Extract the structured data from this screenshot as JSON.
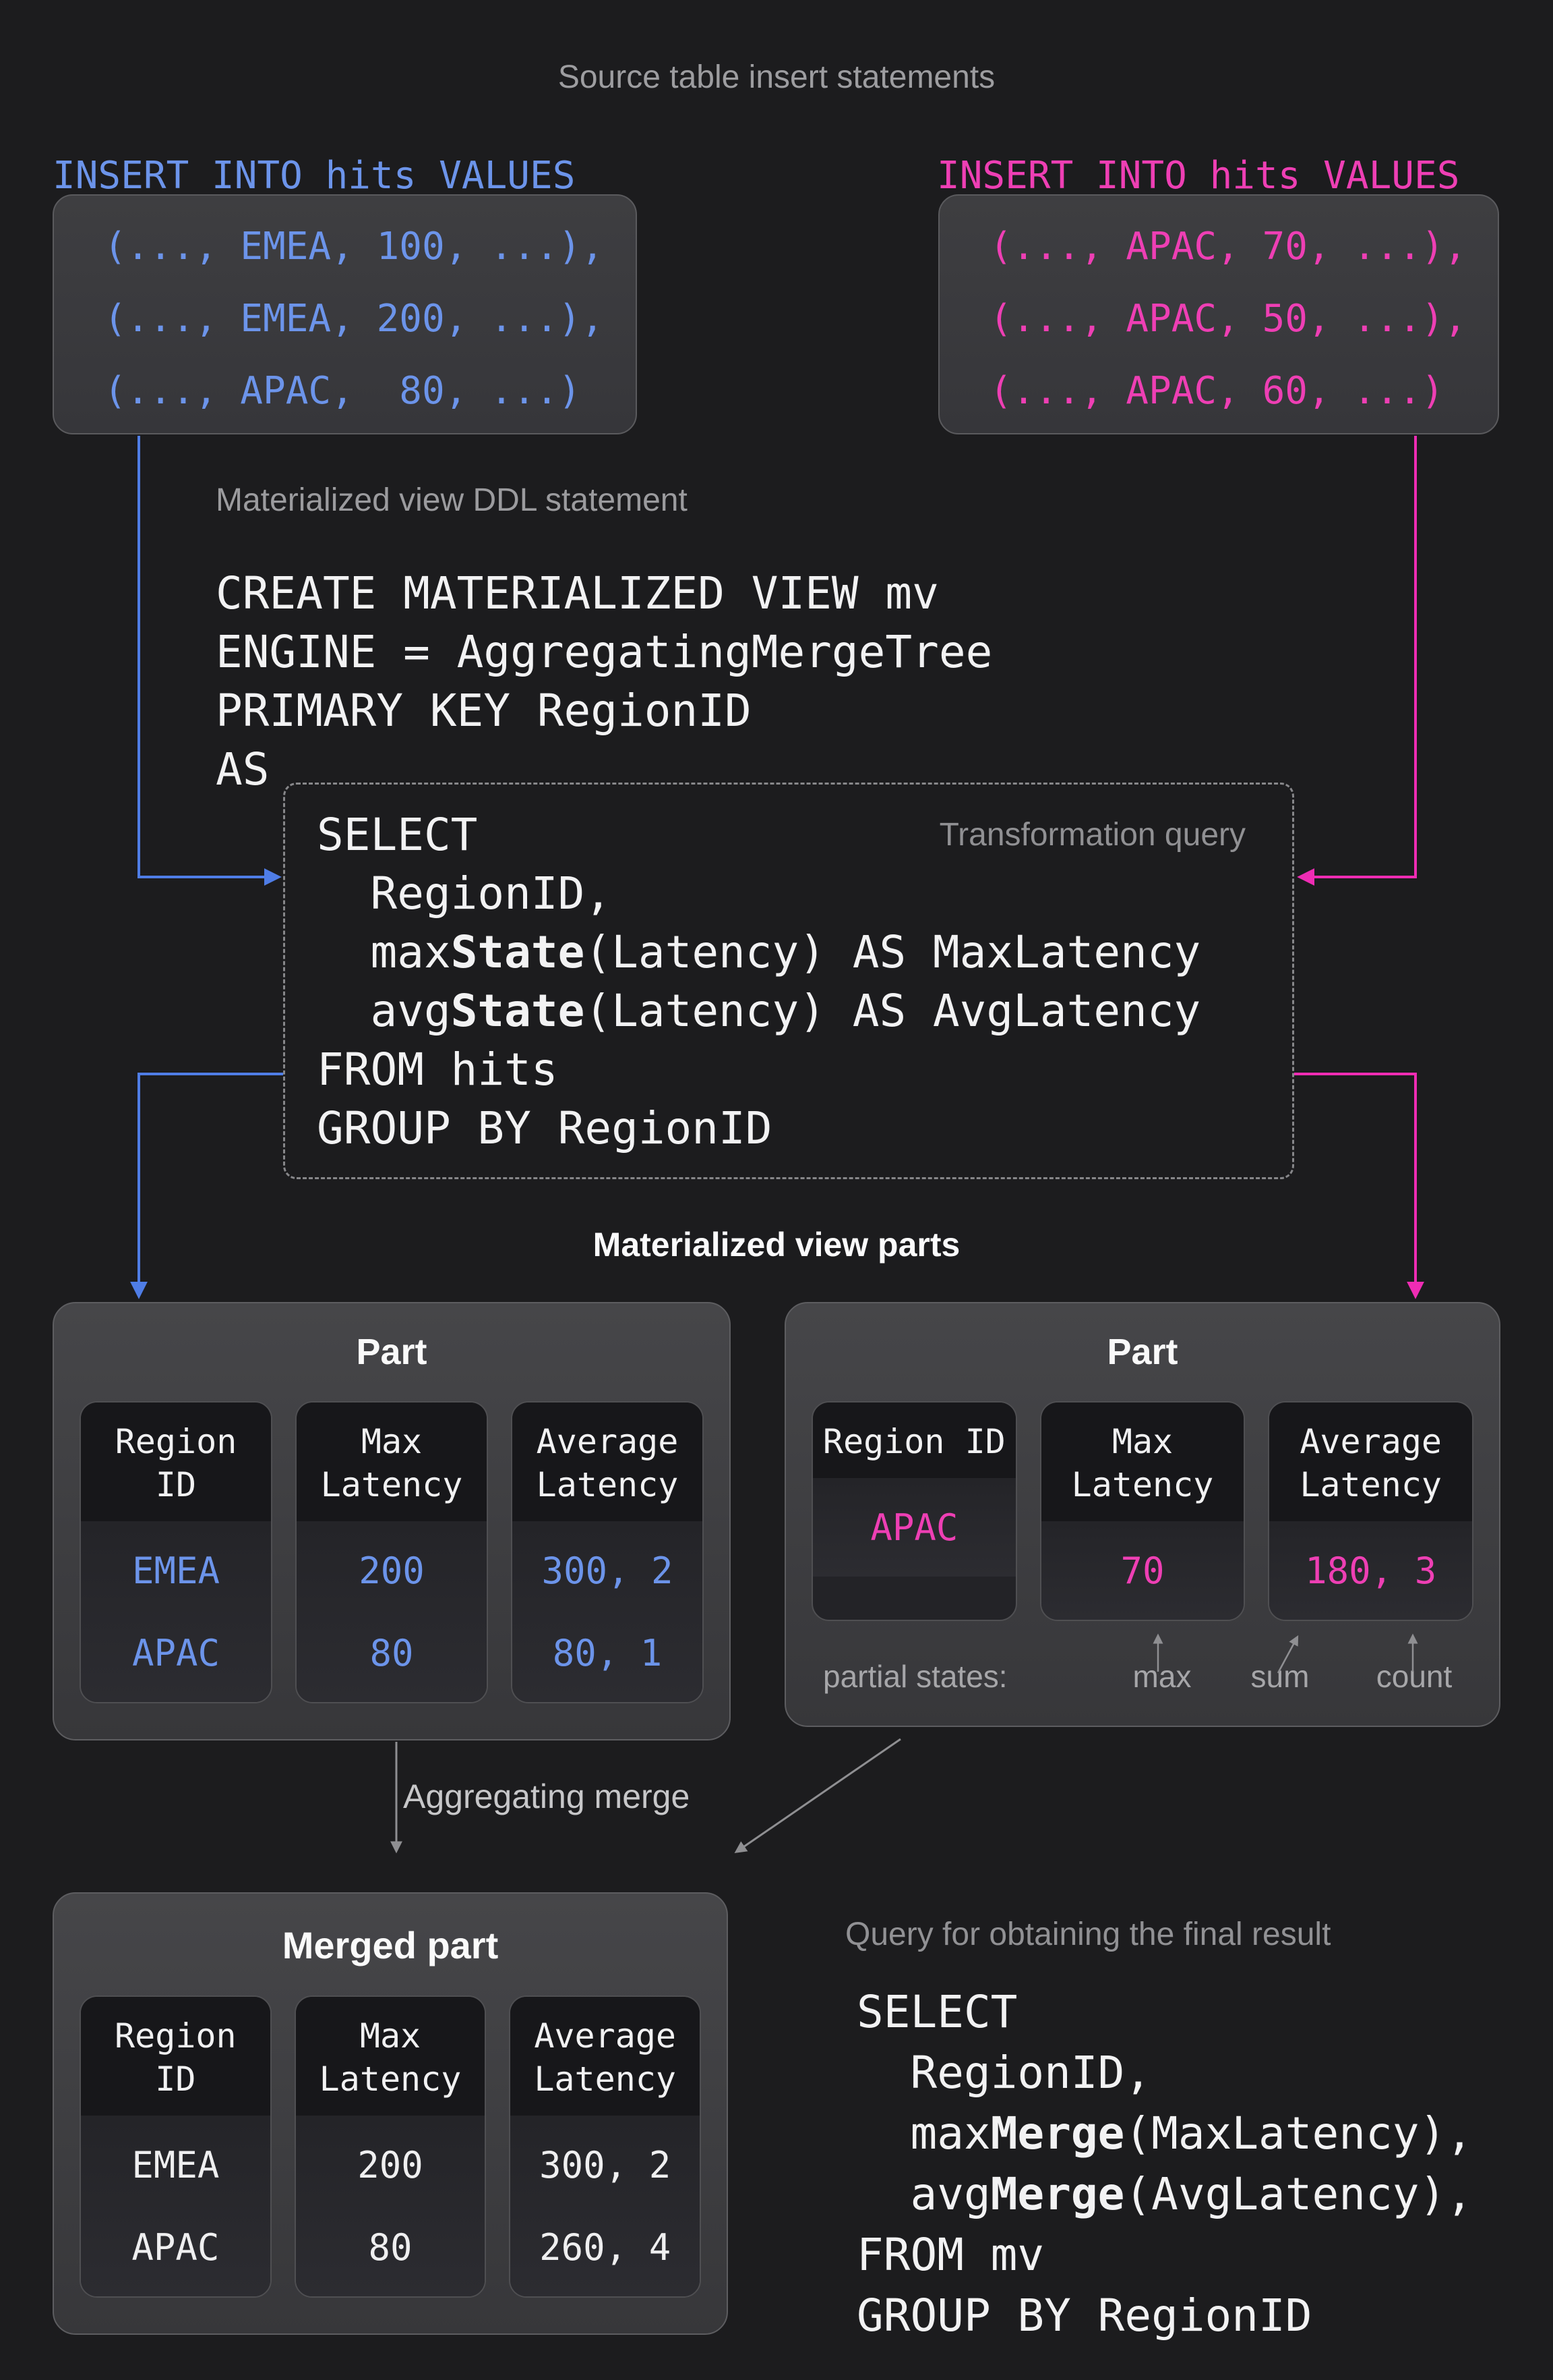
{
  "colors": {
    "background": "#1c1c1e",
    "blue_accent": "#6c94ea",
    "blue_arrow": "#4f7de6",
    "magenta_accent": "#ee3fb4",
    "magenta_arrow": "#ef2cb4",
    "gray_label": "#9b9b9e",
    "gray_arrow": "#8f8f92",
    "white_text": "#f2f2f3"
  },
  "header": {
    "title": "Source table insert statements"
  },
  "inserts": {
    "left": {
      "label": "INSERT INTO hits VALUES",
      "lines": [
        "(..., EMEA, 100, ...),",
        "(..., EMEA, 200, ...),",
        "(..., APAC,  80, ...)"
      ]
    },
    "right": {
      "label": "INSERT INTO hits VALUES",
      "lines": [
        "(..., APAC, 70, ...),",
        "(..., APAC, 50, ...),",
        "(..., APAC, 60, ...)"
      ]
    }
  },
  "ddl": {
    "label": "Materialized view DDL statement",
    "bold": "",
    "lines": [
      "CREATE MATERIALIZED VIEW mv",
      "ENGINE = AggregatingMergeTree",
      "PRIMARY KEY RegionID",
      "AS"
    ]
  },
  "transform": {
    "label": "Transformation query",
    "bold": "State",
    "lines": [
      "SELECT",
      "  RegionID,",
      "  maxState(Latency) AS MaxLatency",
      "  avgState(Latency) AS AvgLatency",
      "FROM hits",
      "GROUP BY RegionID"
    ]
  },
  "parts": {
    "section_label": "Materialized view parts",
    "left": {
      "title": "Part",
      "headers": [
        "Region ID",
        "Max Latency",
        "Average Latency"
      ],
      "rows": [
        [
          "EMEA",
          "200",
          "300, 2"
        ],
        [
          "APAC",
          "80",
          "80, 1"
        ]
      ]
    },
    "right": {
      "title": "Part",
      "headers": [
        "Region ID",
        "Max Latency",
        "Average Latency"
      ],
      "rows": [
        [
          "APAC",
          "70",
          "180, 3"
        ]
      ],
      "annotation": {
        "label": "partial states:",
        "markers": [
          "max",
          "sum",
          "count"
        ]
      }
    }
  },
  "merge": {
    "label": "Aggregating merge"
  },
  "merged": {
    "title": "Merged part",
    "headers": [
      "Region ID",
      "Max Latency",
      "Average Latency"
    ],
    "rows": [
      [
        "EMEA",
        "200",
        "300, 2"
      ],
      [
        "APAC",
        "80",
        "260, 4"
      ]
    ]
  },
  "final_query": {
    "label": "Query for obtaining the final result",
    "bold": "Merge",
    "lines": [
      "SELECT",
      "  RegionID,",
      "  maxMerge(MaxLatency),",
      "  avgMerge(AvgLatency),",
      "FROM mv",
      "GROUP BY RegionID"
    ]
  }
}
